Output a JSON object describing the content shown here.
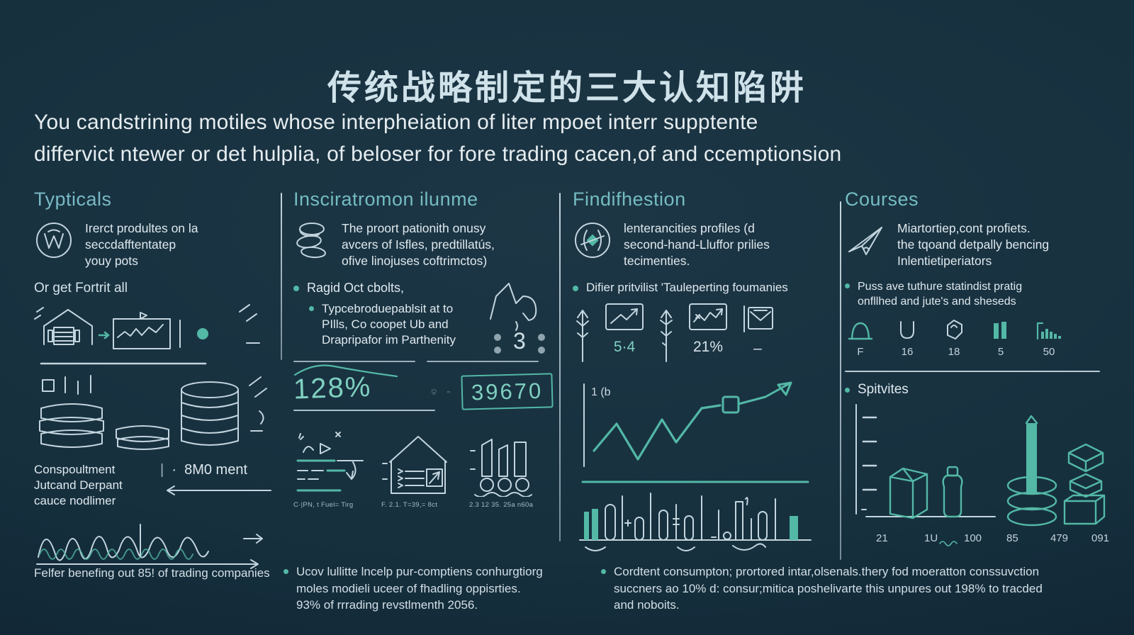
{
  "theme": {
    "accent": "#53b8a6",
    "accent2": "#7fd0c0",
    "sketch": "#c3d5de",
    "text": "#dfe9ee",
    "muted": "#a7bac4",
    "header": "#74bcc2",
    "bg1": "#1d3645",
    "bg2": "#0e2130"
  },
  "title": "传统战略制定的三大认知陷阱",
  "subtitle": [
    "You candstrining motiles whose interpheiation of liter mpoet interr supptente",
    "differvict ntewer or det hulplia, of beloser for fore trading cacen,of and ccemptionsion"
  ],
  "columns": [
    {
      "header": "Typticals",
      "icon": "circled-w-icon",
      "intro": [
        "Irerct  produltes on la",
        "seccdafftentatep",
        "youy pots"
      ],
      "sublabel": "Or get Fortrit all",
      "footer": [
        "Conspoultment",
        "Jutcand Derpant",
        "cauce nodlimer"
      ],
      "metric": "8M0 ment"
    },
    {
      "header": "Insciratromon ilunme",
      "icon": "coin-stack-icon",
      "intro": [
        "The proort pationith onusy",
        "avcers of Isfles, predtillatús,",
        "ofive linojuses coftrimctos)"
      ],
      "bullet1": "Ragid Oct cbolts,",
      "bullet2": [
        "Typcebroduepablsit at to",
        "PIlls, Co coopet Ub and",
        "Drapripafor im Parthenity"
      ],
      "figure_number": "3",
      "percent": "128%",
      "box_value": "39670",
      "captions": [
        "C·|PN, t Fuel= Tirg",
        "F. 2.1. T=39,= 8ct",
        "2.3 12 35. 25a n60a"
      ]
    },
    {
      "header": "Findifhestion",
      "icon": "circle-diamond-icon",
      "intro": [
        "lenterancities profiles (d",
        "second-hand-Lluffor prilies",
        "tecimenties."
      ],
      "bullet": "Difier pritvilist 'Tauleperting foumanies",
      "stats": [
        {
          "value": "5·4"
        },
        {
          "value": "21%"
        },
        {
          "value": "–"
        }
      ],
      "axis_label": "1 (b"
    },
    {
      "header": "Courses",
      "icon": "paper-plane-icon",
      "intro": [
        "Miartortiep,cont profiets.",
        "the tqoand detpally bencing",
        "Inlentietiperiators"
      ],
      "bullet": [
        "Puss ave tuthure statindist pratig",
        "onfllhed and jute's and sheseds"
      ],
      "stats": [
        {
          "label": "F"
        },
        {
          "label": "16"
        },
        {
          "label": "18"
        },
        {
          "label": "5"
        },
        {
          "label": "50"
        }
      ],
      "section2": "Spitvites",
      "axis_numbers": [
        "21",
        "1U",
        "100",
        "85",
        "479",
        "091"
      ]
    }
  ],
  "footnotes": {
    "left": "Felfer benefing out 85! of trading companies",
    "mid": [
      "Ucov lullitte lncelp pur-comptiens conhurgtiorg",
      "moles modieli uceer of fhadling oppisrties.",
      "93% of rrrading revstlmenth 2056."
    ],
    "right": [
      "Cordtent consumpton; prortored intar,olsenals.thery fod moeratton conssuvction",
      "succners ao 10% d: consur;mitica poshelivarte this unpures out 198% to tracded",
      "and noboits."
    ]
  }
}
